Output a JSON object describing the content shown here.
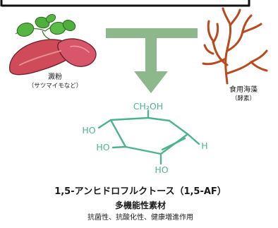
{
  "sources": {
    "left": {
      "name": "澱粉",
      "sub": "（サツマイモなど）"
    },
    "right": {
      "name": "食用海藻",
      "sub": "（酵素）"
    }
  },
  "molecule": {
    "ch2oh": "CH₂OH",
    "ho_left": "HO",
    "ho_mid": "HO",
    "ho_bottom": "HO",
    "h": "H"
  },
  "product": {
    "name": "1,5-アンヒドロフルクトース（1,5-AF）",
    "type": "多機能性素材",
    "functions": "抗菌性、抗酸化性、健康増進作用"
  },
  "colors": {
    "arrow": "#8cb88c",
    "structure": "#4db38e",
    "seaweed": "#b84a1e",
    "potato": "#cf4b5a",
    "leaf": "#4fae3c"
  }
}
